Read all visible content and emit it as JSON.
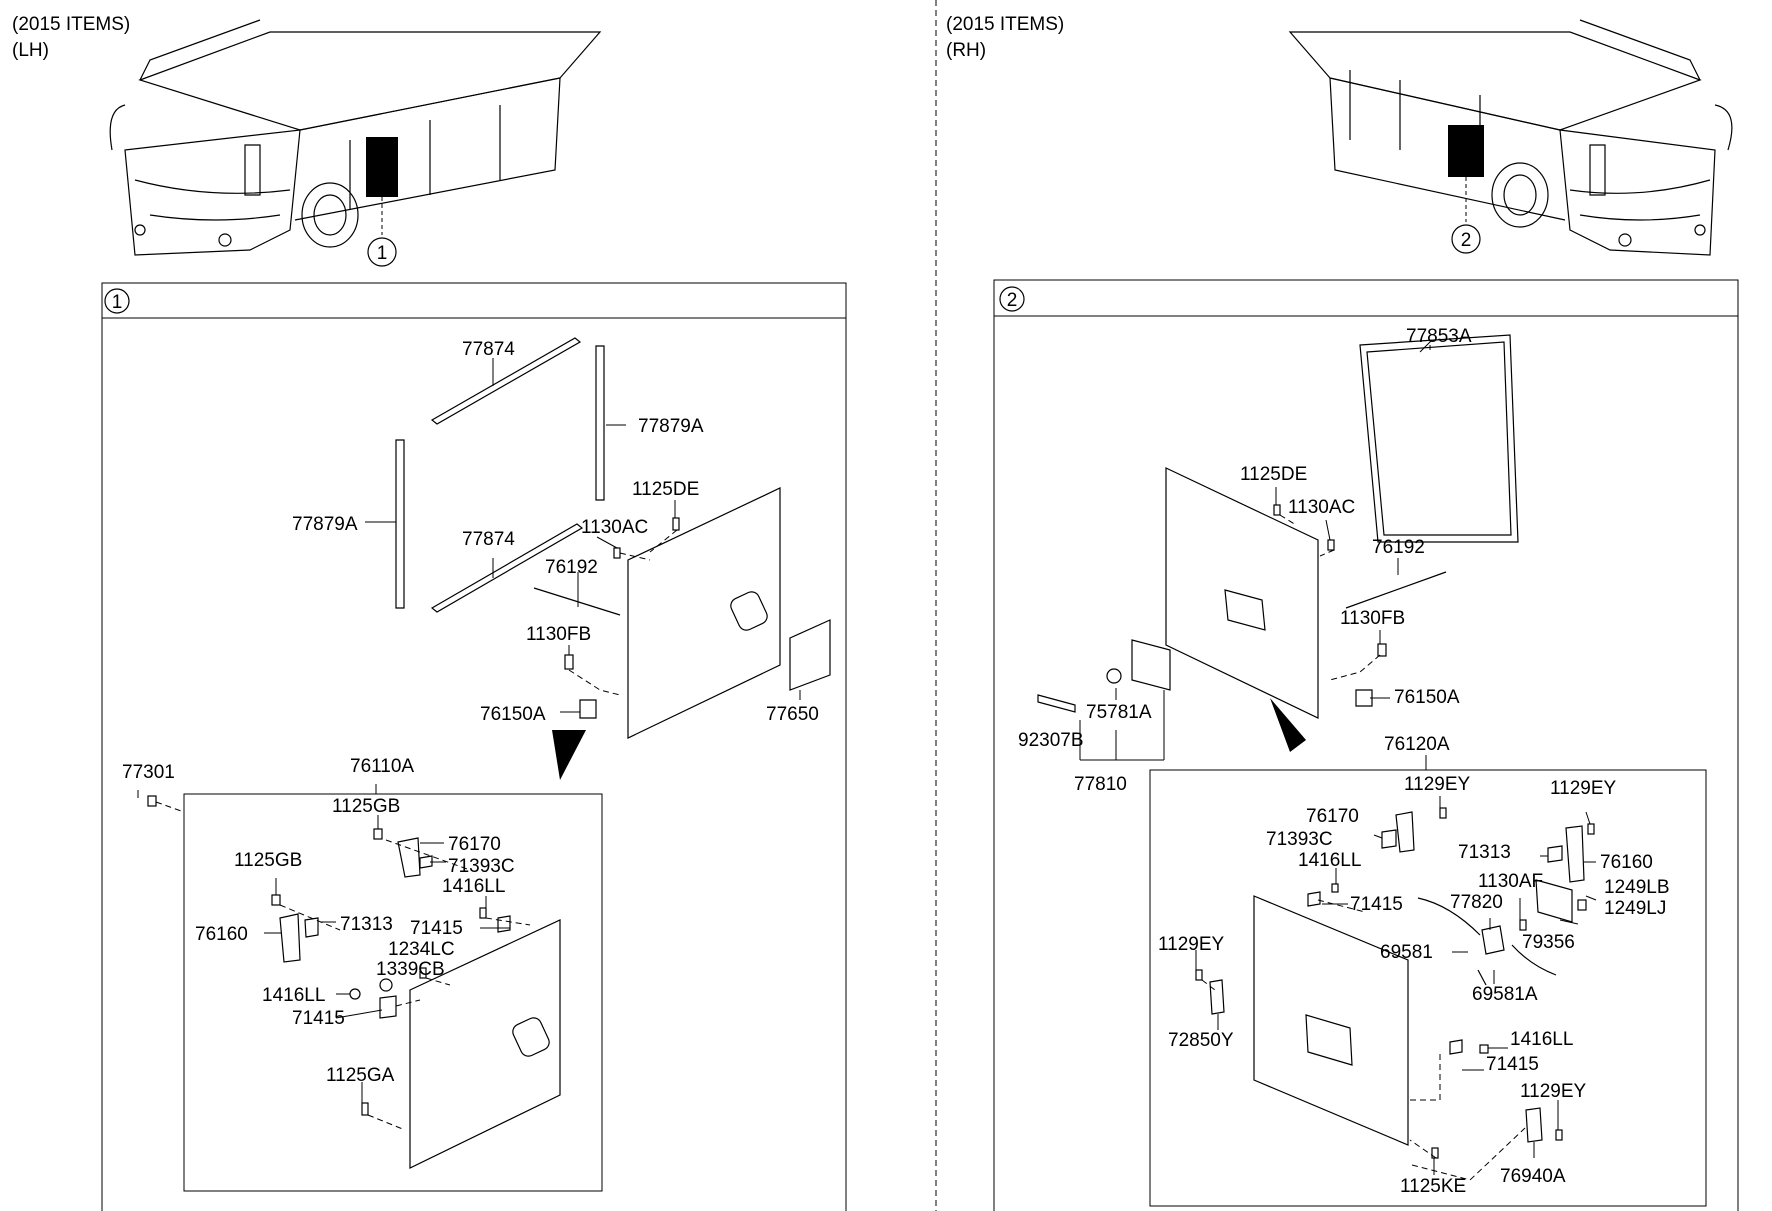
{
  "left": {
    "header_line1": "(2015 ITEMS)",
    "header_line2": "(LH)",
    "callout": "1",
    "box_callout": "1",
    "labels": {
      "p77874_top": "77874",
      "p77879A_right": "77879A",
      "p77879A_left": "77879A",
      "p77874_bottom": "77874",
      "p1125DE": "1125DE",
      "p1130AC": "1130AC",
      "p76192": "76192",
      "p1130FB": "1130FB",
      "p76150A": "76150A",
      "p77650": "77650",
      "p77301": "77301",
      "p76110A": "76110A",
      "p1125GB_a": "1125GB",
      "p76170": "76170",
      "p71393C": "71393C",
      "p1416LL_a": "1416LL",
      "p1125GB_b": "1125GB",
      "p76160": "76160",
      "p71313": "71313",
      "p71415_a": "71415",
      "p1234LC": "1234LC",
      "p1339CB": "1339CB",
      "p1416LL_b": "1416LL",
      "p71415_b": "71415",
      "p1125GA": "1125GA"
    }
  },
  "right": {
    "header_line1": "(2015 ITEMS)",
    "header_line2": "(RH)",
    "callout": "2",
    "box_callout": "2",
    "labels": {
      "p77853A": "77853A",
      "p1125DE": "1125DE",
      "p1130AC": "1130AC",
      "p76192": "76192",
      "p1130FB": "1130FB",
      "p76150A": "76150A",
      "p75781A": "75781A",
      "p92307B": "92307B",
      "p77810": "77810",
      "p76120A": "76120A",
      "p1129EY_a": "1129EY",
      "p1129EY_b": "1129EY",
      "p76170": "76170",
      "p71393C": "71393C",
      "p1416LL_a": "1416LL",
      "p71313": "71313",
      "p76160": "76160",
      "p1130AF": "1130AF",
      "p1249LB": "1249LB",
      "p1249LJ": "1249LJ",
      "p77820": "77820",
      "p71415_a": "71415",
      "p79356": "79356",
      "p1129EY_c": "1129EY",
      "p69581": "69581",
      "p69581A": "69581A",
      "p72850Y": "72850Y",
      "p1416LL_b": "1416LL",
      "p71415_b": "71415",
      "p1129EY_d": "1129EY",
      "p1125KE": "1125KE",
      "p76940A": "76940A"
    }
  }
}
